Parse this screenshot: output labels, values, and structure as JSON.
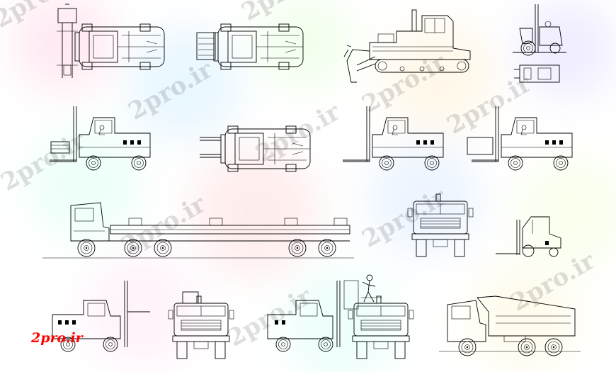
{
  "watermark": {
    "text": "2pro.ir",
    "color": "#c9c9c9"
  },
  "logo": {
    "text": "2pro.ir",
    "color": "#ff0000"
  },
  "colors": {
    "line": "#000000",
    "background": "#ffffff"
  },
  "drawings": [
    "forklift-plan-view",
    "forklift-plan-view",
    "bulldozer-side-view",
    "small-forklift-side-view",
    "small-forklift-plan-view",
    "forklift-with-pallet-side-view",
    "forklift-plan-view",
    "forklift-side-view",
    "forklift-with-crate-side-view",
    "flatbed-truck-trailer-side-view",
    "truck-front-view",
    "electric-forklift-side-view",
    "forklift-side-view",
    "truck-rear-view",
    "forklift-side-view",
    "truck-front-view-with-worker",
    "dump-truck-side-view"
  ]
}
